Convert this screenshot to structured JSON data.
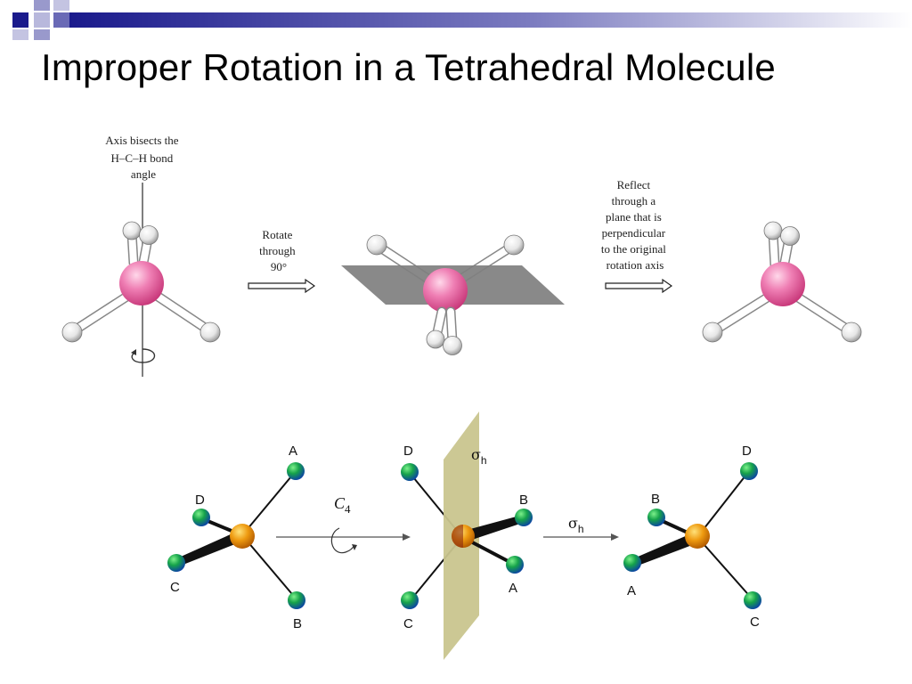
{
  "title": "Improper Rotation in a Tetrahedral Molecule",
  "colors": {
    "header_dark": "#1a1a8c",
    "header_light": "#9999cc",
    "carbon": "#ee77aa",
    "hydrogen": "#e8e8e8",
    "mirror_plane": "#808080",
    "center_atom": "#e07a00",
    "ligand_atom": "#1a8a4a",
    "sigma_plane": "#c9c58e"
  },
  "top_diagram": {
    "axis_note": [
      "Axis bisects the",
      "H–C–H bond",
      "angle"
    ],
    "step1_label": [
      "Rotate",
      "through",
      "90°"
    ],
    "step2_label": [
      "Reflect",
      "through a",
      "plane that is",
      "perpendicular",
      "to the original",
      "rotation axis"
    ]
  },
  "bottom_diagram": {
    "molecule1": {
      "A": "A",
      "B": "B",
      "C": "C",
      "D": "D"
    },
    "operation1": {
      "symbol": "C",
      "subscript": "4"
    },
    "molecule2": {
      "A": "A",
      "B": "B",
      "C": "C",
      "D": "D"
    },
    "plane_label": {
      "symbol": "σ",
      "subscript": "h"
    },
    "operation2": {
      "symbol": "σ",
      "subscript": "h"
    },
    "molecule3": {
      "A": "A",
      "B": "B",
      "C": "C",
      "D": "D"
    }
  }
}
